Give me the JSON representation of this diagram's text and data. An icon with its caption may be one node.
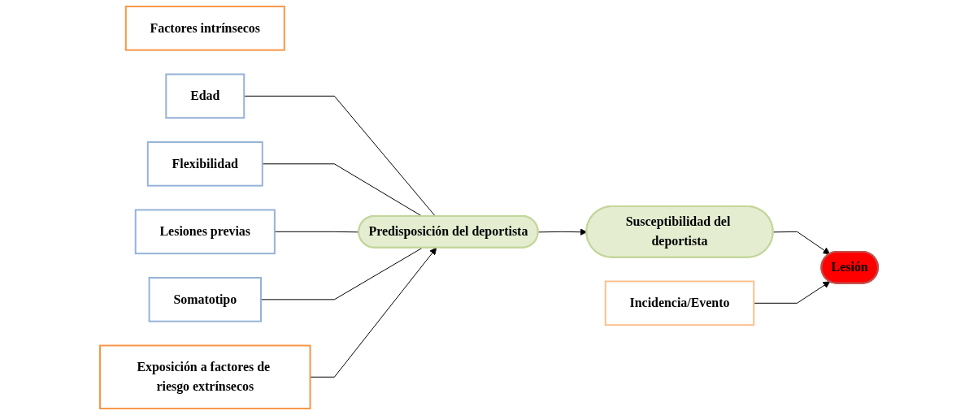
{
  "diagram": {
    "nodes": [
      {
        "text": [
          "Factores intrínsecos"
        ]
      },
      {
        "text": [
          "Edad"
        ]
      },
      {
        "text": [
          "Flexibilidad"
        ]
      },
      {
        "text": [
          "Lesiones previas"
        ]
      },
      {
        "text": [
          "Somatotipo"
        ]
      },
      {
        "text": [
          "Exposición a factores de riesgo extrínsecos"
        ]
      },
      {
        "text": [
          "Predisposición del deportista"
        ]
      },
      {
        "text": [
          "Susceptibilidad del deportista"
        ]
      },
      {
        "text": [
          "Incidencia/Evento"
        ]
      },
      {
        "text": [
          "Lesión"
        ]
      }
    ],
    "edges": [
      {
        "from": 1,
        "to": 6,
        "arrow": "none"
      },
      {
        "from": 2,
        "to": 6,
        "arrow": "none"
      },
      {
        "from": 3,
        "to": 6,
        "arrow": "none"
      },
      {
        "from": 4,
        "to": 6,
        "arrow": "none"
      },
      {
        "from": 5,
        "to": 6,
        "arrow": "to"
      },
      {
        "from": 6,
        "to": 7,
        "arrow": "to"
      },
      {
        "from": 7,
        "to": 9,
        "arrow": "to"
      },
      {
        "from": 8,
        "to": 9,
        "arrow": "to"
      }
    ]
  }
}
